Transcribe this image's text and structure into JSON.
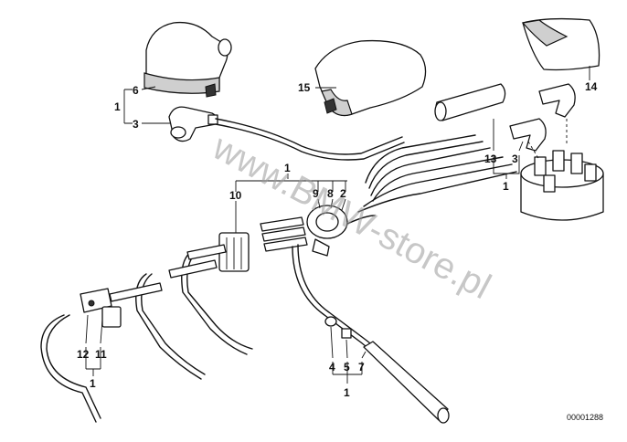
{
  "watermark": "www.BMW-store.pl",
  "reference_number": "00001288",
  "callouts": {
    "c1_left": "1",
    "c6": "6",
    "c3_left": "3",
    "c15": "15",
    "c14": "14",
    "c13": "13",
    "c3_right": "3",
    "c1_right": "1",
    "c1_center": "1",
    "c10": "10",
    "c9": "9",
    "c8": "8",
    "c2": "2",
    "c12": "12",
    "c11": "11",
    "c1_bottom_left": "1",
    "c4": "4",
    "c5": "5",
    "c7": "7",
    "c1_bottom_mid": "1"
  }
}
